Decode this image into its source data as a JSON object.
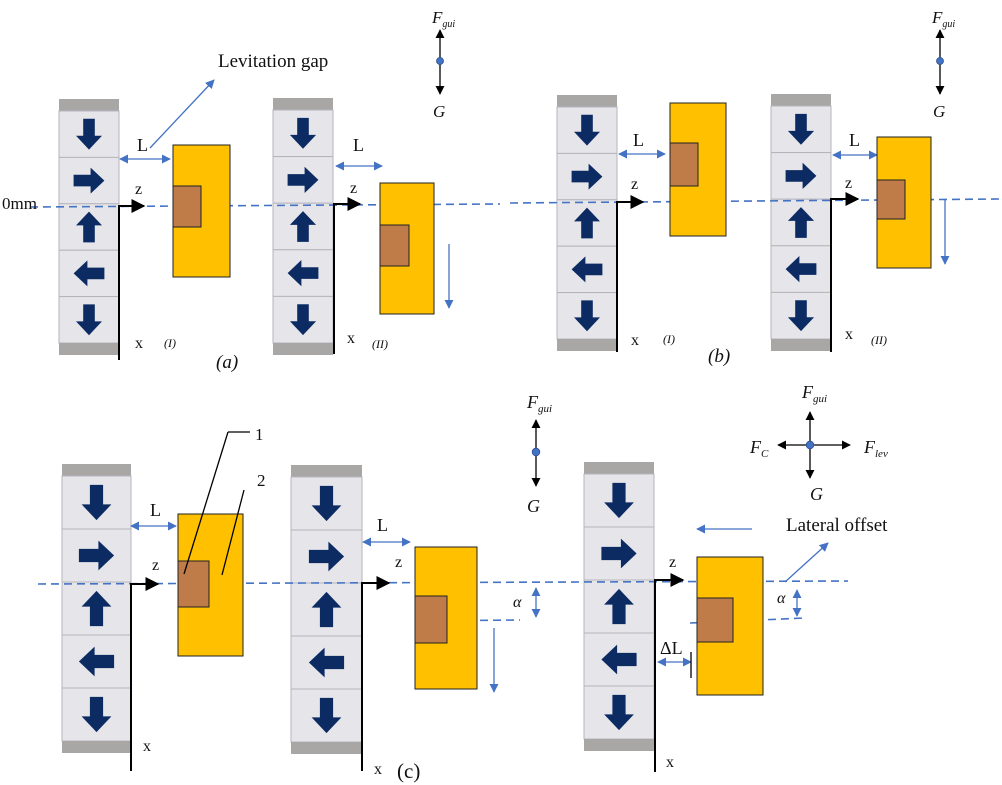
{
  "labels": {
    "levitation_gap": "Levitation gap",
    "lateral_offset": "Lateral offset",
    "zero_mm": "0mm",
    "gap_L": "L",
    "delta_L": "ΔL",
    "axis_z": "z",
    "axis_x": "x",
    "state_I": "(I)",
    "state_II": "(II)",
    "alpha": "α",
    "callout_1": "1",
    "callout_2": "2"
  },
  "panels": {
    "a": "(a)",
    "b": "(b)",
    "c": "(c)"
  },
  "forces": {
    "F": "F",
    "gui": "gui",
    "G": "G",
    "C": "C",
    "lev": "lev"
  },
  "magnet_array_pattern": [
    "down",
    "right",
    "up",
    "left",
    "down"
  ],
  "colors": {
    "suspended_block": "#ffc000",
    "core": "#c07c48",
    "pm_arrow": "#0d2b63",
    "guide_line": "#4472c4",
    "magnet_cell": "#e6e6ea",
    "magnet_cap": "#a9a6a6"
  }
}
